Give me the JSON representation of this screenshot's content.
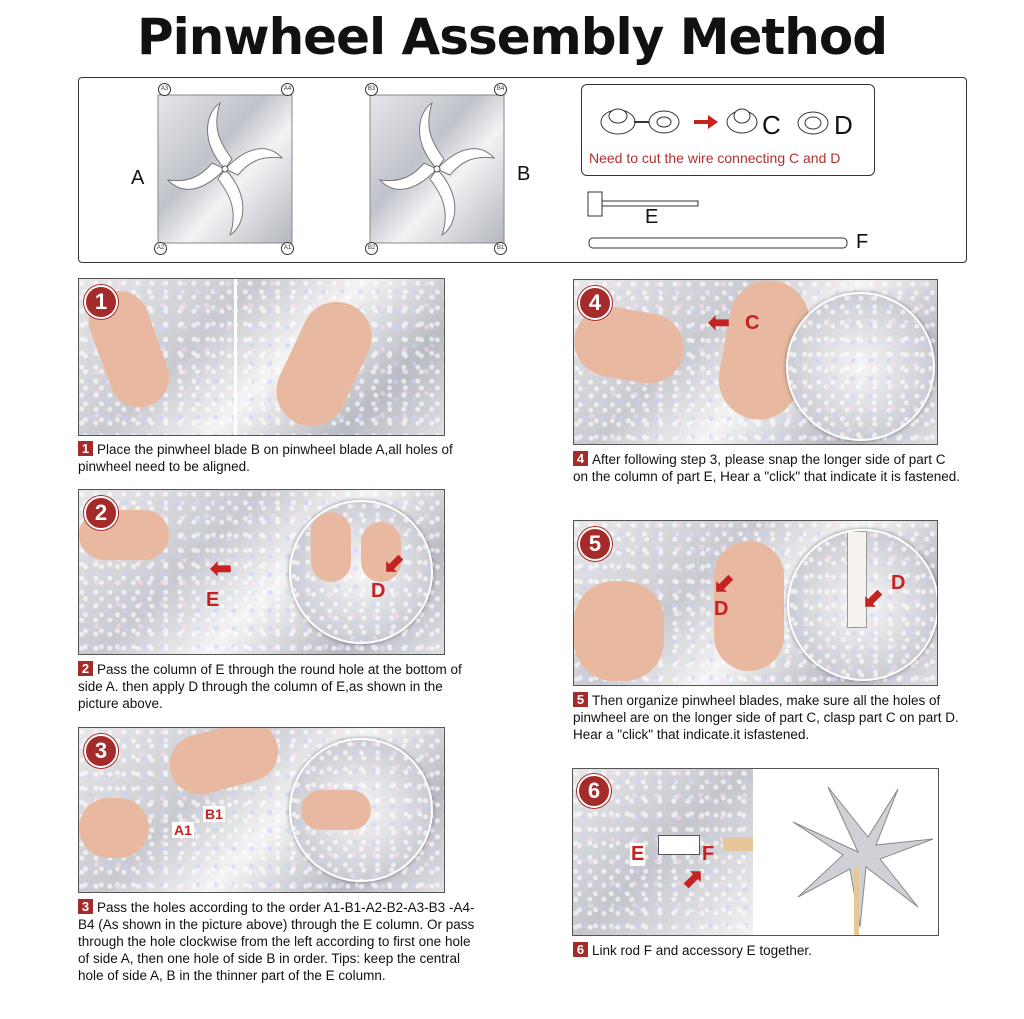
{
  "title": "Pinwheel Assembly Method",
  "parts": {
    "blade_a_label": "A",
    "blade_b_label": "B",
    "a_corners": [
      "A3",
      "A4",
      "A2",
      "A1"
    ],
    "b_corners": [
      "B3",
      "B4",
      "B2",
      "B1"
    ],
    "c_label": "C",
    "d_label": "D",
    "cd_note": "Need to cut the wire connecting C and D",
    "e_label": "E",
    "f_label": "F"
  },
  "steps": [
    {
      "num": "1",
      "text": "Place the pinwheel blade B on pinwheel blade A,all holes of pinwheel need to be aligned."
    },
    {
      "num": "2",
      "text": "Pass the column of E through the round hole at the bottom of side A. then apply D through the column of E,as shown in the picture above.",
      "callouts": [
        "E",
        "D"
      ]
    },
    {
      "num": "3",
      "text": "Pass the holes according to the order A1-B1-A2-B2-A3-B3 -A4-B4 (As shown in the picture above) through the E column. Or pass through the hole clockwise from the left according to first one hole of side A, then one hole of side B in order. Tips: keep the central hole of side A, B in the thinner part of the E column.",
      "callouts": [
        "A1",
        "B1"
      ]
    },
    {
      "num": "4",
      "text": "After following step 3, please snap the longer side of part C on the column of part E, Hear a \"click\" that indicate it is fastened.",
      "callouts": [
        "C"
      ]
    },
    {
      "num": "5",
      "text": "Then organize pinwheel blades, make sure all the holes of pinwheel are on the longer side of part C, clasp part C on part D. Hear a \"click\" that indicate.it isfastened.",
      "callouts": [
        "D",
        "D"
      ]
    },
    {
      "num": "6",
      "text": "Link rod F and accessory E together.",
      "callouts": [
        "E",
        "F"
      ]
    }
  ],
  "colors": {
    "accent": "#a52a2a",
    "callout": "#c62222"
  }
}
